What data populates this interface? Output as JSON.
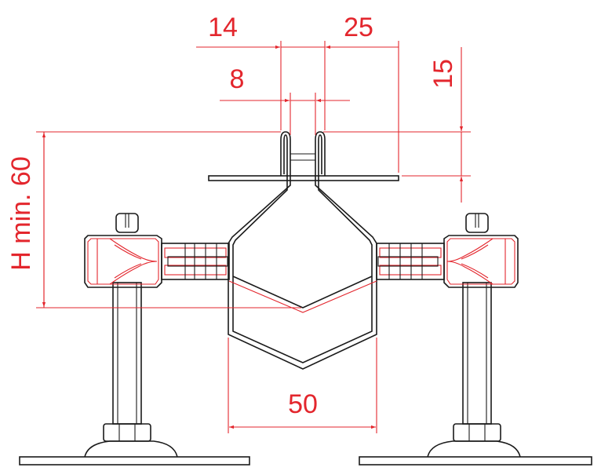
{
  "drawing": {
    "dimensions": {
      "top_left_width": "14",
      "top_right_width": "25",
      "inner_gap": "8",
      "flange_height": "15",
      "overall_height": "H min. 60",
      "bottom_width": "50"
    },
    "colors": {
      "line": "#1a1a1a",
      "dimension": "#e3262d"
    }
  }
}
